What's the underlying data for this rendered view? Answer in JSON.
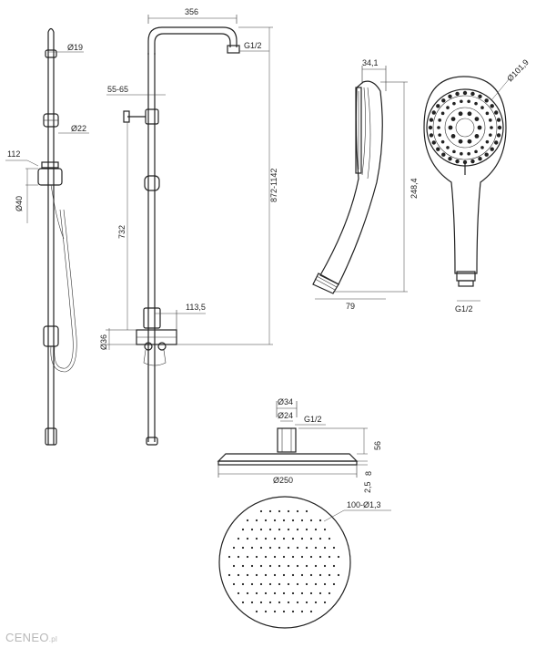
{
  "dimensions": {
    "rail_diameter": "Ø19",
    "holder_diameter": "Ø22",
    "slider_offset": "112",
    "slider_diameter": "Ø40",
    "arm_length": "356",
    "arm_connection": "G1/2",
    "holder_spacing": "55-65",
    "height_range": "872-1142",
    "column_height": "732",
    "mixer_depth": "113,5",
    "mixer_diameter": "Ø36",
    "hand_head_depth": "34,1",
    "hand_length": "248,4",
    "hand_width": "79",
    "hand_face_diameter": "Ø101,9",
    "hand_connection": "G1/2",
    "rain_outer_diameter": "Ø34",
    "rain_inner_diameter": "Ø24",
    "rain_connection": "G1/2",
    "rain_height": "56",
    "rain_thickness": "8",
    "rain_edge": "2,5",
    "rain_diameter": "Ø250",
    "nozzle_count": "100-Ø1,3"
  },
  "watermark": {
    "brand": "CENEO",
    "suffix": ".pl"
  },
  "colors": {
    "line": "#222222",
    "watermark": "#b9b9b9"
  }
}
